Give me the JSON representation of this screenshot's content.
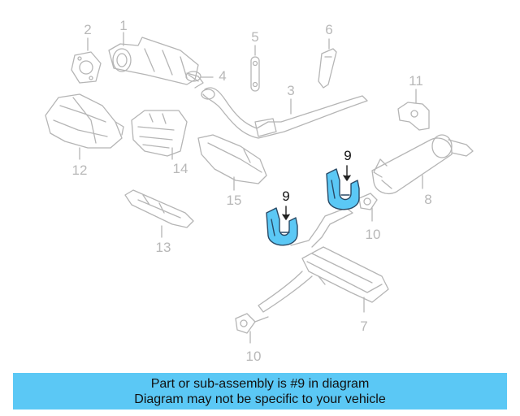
{
  "callouts": [
    {
      "label": "1",
      "highlight": false
    },
    {
      "label": "2",
      "highlight": false
    },
    {
      "label": "3",
      "highlight": false
    },
    {
      "label": "4",
      "highlight": false
    },
    {
      "label": "5",
      "highlight": false
    },
    {
      "label": "6",
      "highlight": false
    },
    {
      "label": "7",
      "highlight": false
    },
    {
      "label": "8",
      "highlight": false
    },
    {
      "label": "9",
      "highlight": true
    },
    {
      "label": "9",
      "highlight": true
    },
    {
      "label": "10",
      "highlight": false
    },
    {
      "label": "10",
      "highlight": false
    },
    {
      "label": "11",
      "highlight": false
    },
    {
      "label": "12",
      "highlight": false
    },
    {
      "label": "13",
      "highlight": false
    },
    {
      "label": "14",
      "highlight": false
    },
    {
      "label": "15",
      "highlight": false
    }
  ],
  "banner": {
    "line1": "Part or sub-assembly is #9 in diagram",
    "line2": "Diagram may not be specific to your vehicle"
  },
  "colors": {
    "part_outline": "#b5b5b5",
    "highlight_fill": "#5bc8f5",
    "highlight_outline": "#2a4a66",
    "banner_bg": "#5bc8f5"
  }
}
